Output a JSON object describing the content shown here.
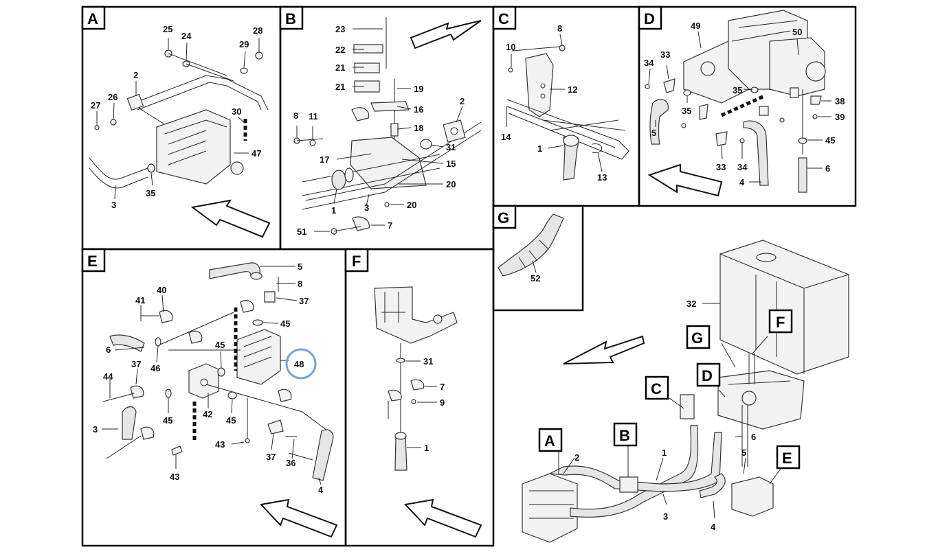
{
  "panels": [
    {
      "letter": "A"
    },
    {
      "letter": "B"
    },
    {
      "letter": "C"
    },
    {
      "letter": "D"
    },
    {
      "letter": "E"
    },
    {
      "letter": "F"
    },
    {
      "letter": "G"
    }
  ],
  "overview_tags": [
    "A",
    "B",
    "C",
    "D",
    "E",
    "F",
    "G"
  ],
  "labels": {
    "A": [
      "25",
      "24",
      "28",
      "29",
      "2",
      "26",
      "27",
      "30",
      "47",
      "35",
      "3"
    ],
    "B": [
      "23",
      "22",
      "21",
      "21",
      "19",
      "16",
      "18",
      "2",
      "8",
      "11",
      "31",
      "17",
      "15",
      "20",
      "1",
      "3",
      "20",
      "51",
      "7"
    ],
    "C": [
      "8",
      "10",
      "12",
      "14",
      "1",
      "13"
    ],
    "D": [
      "49",
      "50",
      "34",
      "33",
      "35",
      "35",
      "38",
      "39",
      "5",
      "45",
      "33",
      "34",
      "6",
      "4"
    ],
    "E": [
      "5",
      "8",
      "41",
      "40",
      "37",
      "45",
      "6",
      "46",
      "45",
      "48",
      "37",
      "44",
      "3",
      "45",
      "42",
      "45",
      "43",
      "43",
      "37",
      "36",
      "4"
    ],
    "F": [
      "31",
      "7",
      "9",
      "1"
    ],
    "G": [
      "52"
    ],
    "overview": [
      "32",
      "2",
      "1",
      "3",
      "6",
      "5",
      "4"
    ]
  },
  "highlight": {
    "label": "48",
    "ring_color": "#7da2c9"
  },
  "colors": {
    "border": "#000000",
    "background": "#ffffff"
  }
}
